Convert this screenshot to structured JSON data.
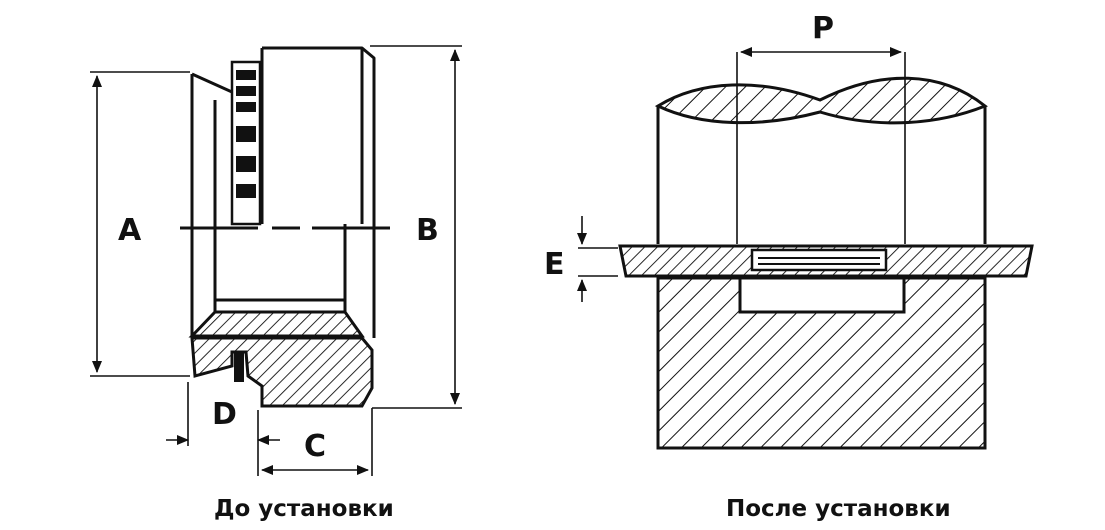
{
  "dimensions": {
    "A": "A",
    "B": "B",
    "C": "C",
    "D": "D",
    "E": "E",
    "P": "P"
  },
  "captions": {
    "before": "До установки",
    "after": "После установки"
  },
  "colors": {
    "line": "#111111",
    "background": "#ffffff"
  }
}
